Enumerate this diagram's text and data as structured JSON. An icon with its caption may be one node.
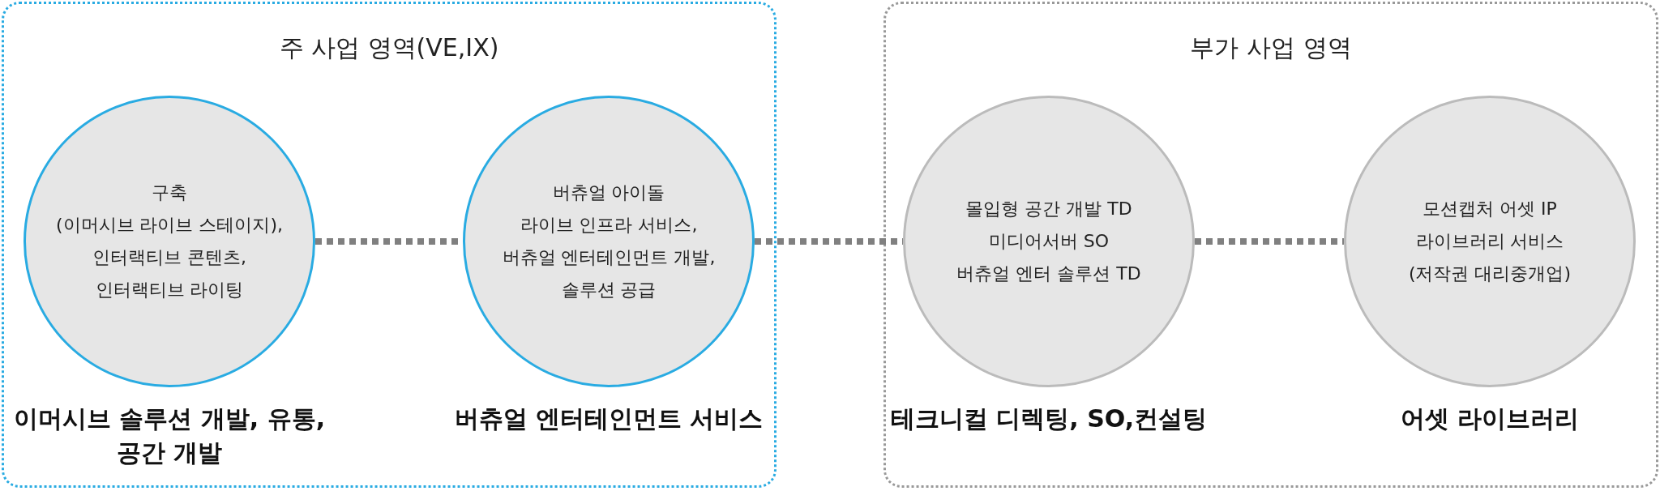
{
  "diagram": {
    "nodes": [
      {
        "text": [
          "주 사업 영역(VE,IX)"
        ]
      },
      {
        "text": [
          "부가 사업 영역"
        ]
      },
      {
        "text": [
          "구축",
          "(이머시브 라이브 스테이지),",
          "인터랙티브 콘텐츠,",
          "인터랙티브 라이팅"
        ],
        "in": 0,
        "beside": [
          "이머시브 솔루션 개발, 유통,공간 개발"
        ]
      },
      {
        "text": [
          "버츄얼 아이돌",
          "라이브 인프라 서비스,",
          "버츄얼 엔터테인먼트 개발,",
          "솔루션 공급"
        ],
        "in": 0,
        "beside": [
          "버츄얼 엔터테인먼트 서비스"
        ]
      },
      {
        "text": [
          "몰입형 공간 개발 TD",
          "미디어서버 SO",
          "버츄얼 엔터 솔루션 TD"
        ],
        "in": 1,
        "beside": [
          "테크니컬 디렉팅, SO,컨설팅"
        ]
      },
      {
        "text": [
          "모션캡처 어셋 IP",
          "라이브러리 서비스",
          "(저작권 대리중개업)"
        ],
        "in": 1,
        "beside": [
          "어셋 라이브러리"
        ]
      }
    ],
    "edges": [
      {
        "from": 2,
        "to": 3,
        "arrow": "none",
        "style": "dashed"
      },
      {
        "from": 3,
        "to": 4,
        "arrow": "none",
        "style": "dashed"
      },
      {
        "from": 4,
        "to": 5,
        "arrow": "none",
        "style": "dashed"
      }
    ]
  }
}
